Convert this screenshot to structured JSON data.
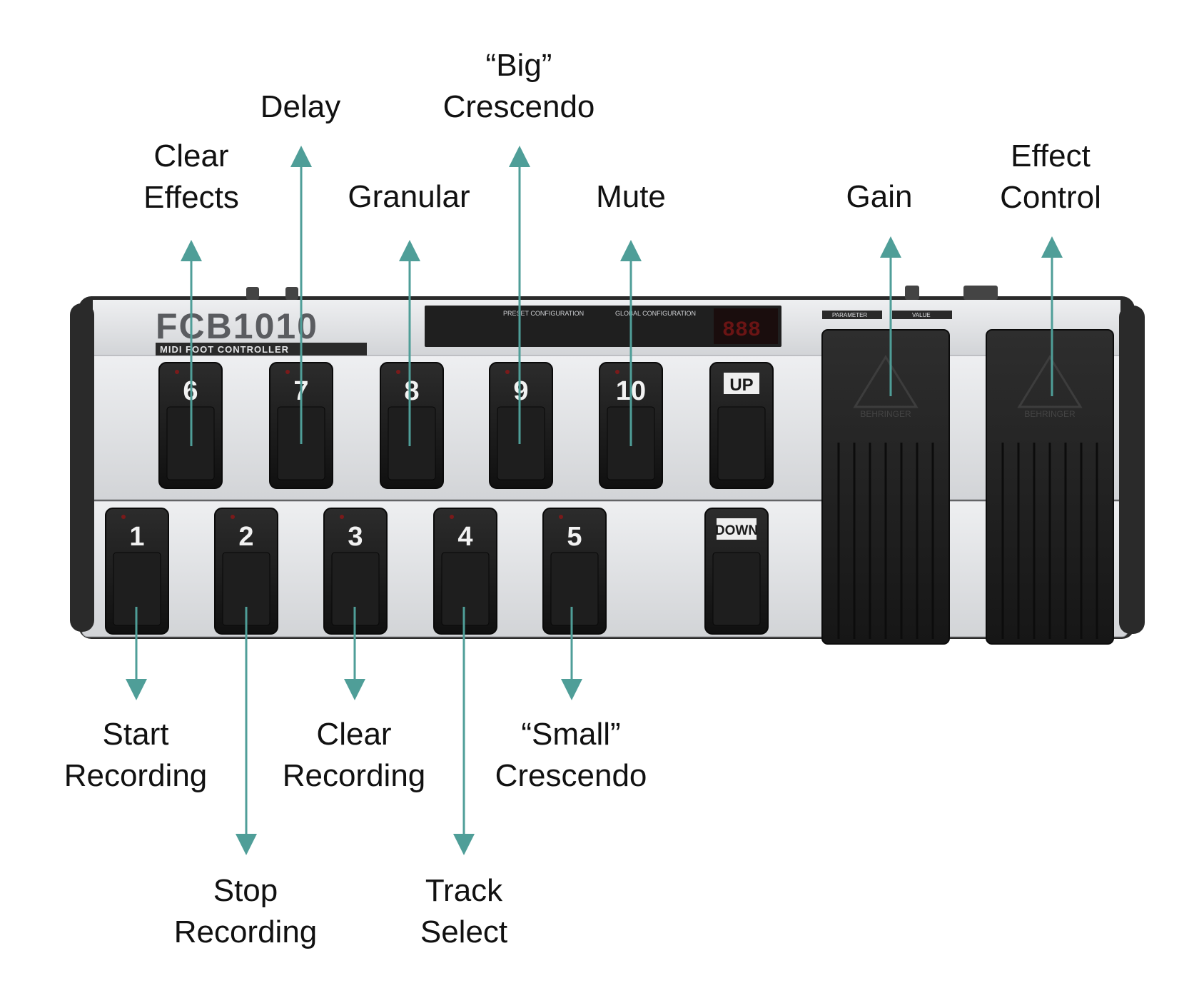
{
  "device": {
    "logo_model": "FCB1010",
    "logo_sub": "MIDI FOOT CONTROLLER",
    "panel_labels": [
      "PRESET CONFIGURATION",
      "GLOBAL CONFIGURATION",
      "PARAMETER",
      "VALUE"
    ],
    "pedal_brand": "BEHRINGER",
    "display_digits": "888",
    "colors": {
      "panel": "#e4e5e7",
      "frame": "#2a2a2a",
      "footswitch": "#1b1b1b",
      "display_bg": "#1a0d0d",
      "display_digits": "#6a1414",
      "arrow": "#4f9e98"
    }
  },
  "footswitches": {
    "upper": [
      "6",
      "7",
      "8",
      "9",
      "10",
      "UP"
    ],
    "lower": [
      "1",
      "2",
      "3",
      "4",
      "5",
      "DOWN"
    ]
  },
  "annotations": {
    "clear_effects": [
      "Clear",
      "Effects"
    ],
    "delay": [
      "Delay"
    ],
    "granular": [
      "Granular"
    ],
    "big_crescendo": [
      "“Big”",
      "Crescendo"
    ],
    "mute": [
      "Mute"
    ],
    "gain": [
      "Gain"
    ],
    "effect_control": [
      "Effect",
      "Control"
    ],
    "start_recording": [
      "Start",
      "Recording"
    ],
    "stop_recording": [
      "Stop",
      "Recording"
    ],
    "clear_recording": [
      "Clear",
      "Recording"
    ],
    "track_select": [
      "Track",
      "Select"
    ],
    "small_crescendo": [
      "“Small”",
      "Crescendo"
    ]
  }
}
